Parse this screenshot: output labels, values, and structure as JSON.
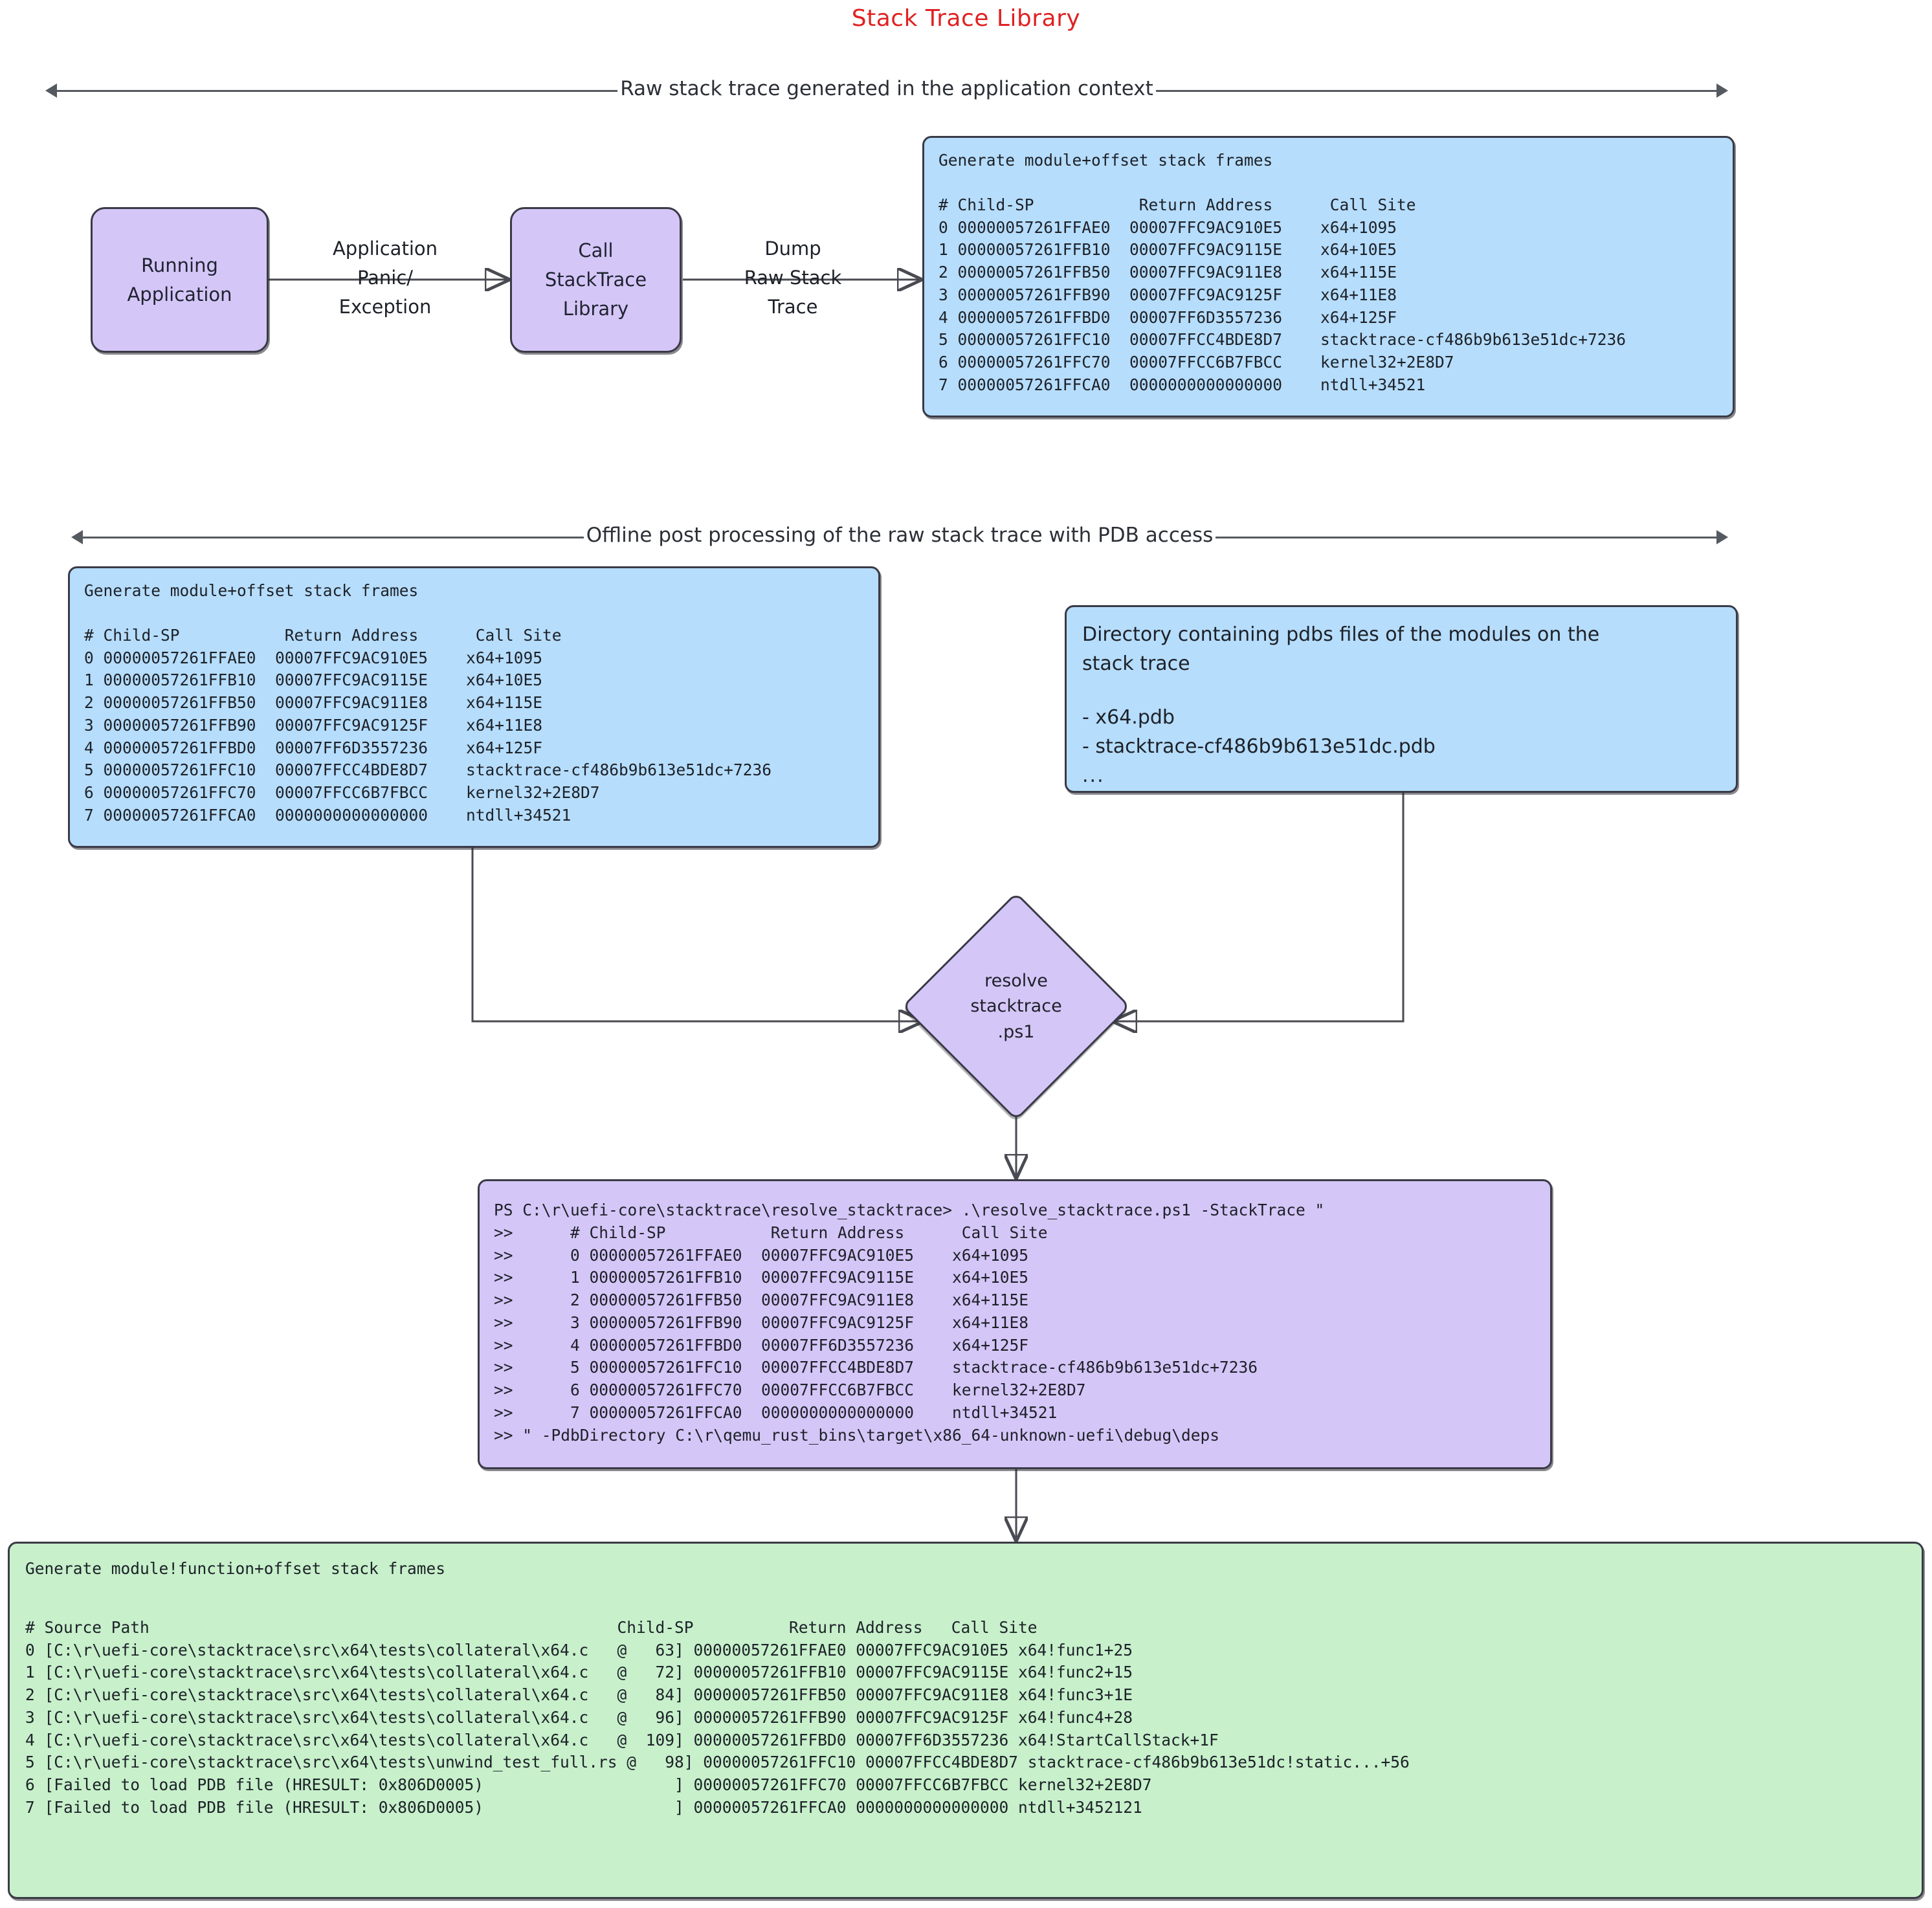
{
  "title": "Stack Trace Library",
  "dividers": {
    "top": "Raw stack trace generated in the application context",
    "middle": "Offline post processing of the raw stack trace with PDB access"
  },
  "flow": {
    "running_application": "Running\nApplication",
    "call_stacktrace_library": "Call\nStackTrace\nLibrary",
    "edge_panic": "Application\nPanic/\nException",
    "edge_dump": "Dump\nRaw Stack\nTrace",
    "diamond_l1": "resolve",
    "diamond_l2": "stacktrace",
    "diamond_l3": ".ps1"
  },
  "raw_trace_box": {
    "header": "Generate module+offset stack frames",
    "body": "# Child-SP           Return Address      Call Site\n0 00000057261FFAE0  00007FFC9AC910E5    x64+1095\n1 00000057261FFB10  00007FFC9AC9115E    x64+10E5\n2 00000057261FFB50  00007FFC9AC911E8    x64+115E\n3 00000057261FFB90  00007FFC9AC9125F    x64+11E8\n4 00000057261FFBD0  00007FF6D3557236    x64+125F\n5 00000057261FFC10  00007FFCC4BDE8D7    stacktrace-cf486b9b613e51dc+7236\n6 00000057261FFC70  00007FFCC6B7FBCC    kernel32+2E8D7\n7 00000057261FFCA0  0000000000000000    ntdll+34521"
  },
  "raw_trace_box2": {
    "header": "Generate module+offset stack frames",
    "body": "# Child-SP           Return Address      Call Site\n0 00000057261FFAE0  00007FFC9AC910E5    x64+1095\n1 00000057261FFB10  00007FFC9AC9115E    x64+10E5\n2 00000057261FFB50  00007FFC9AC911E8    x64+115E\n3 00000057261FFB90  00007FFC9AC9125F    x64+11E8\n4 00000057261FFBD0  00007FF6D3557236    x64+125F\n5 00000057261FFC10  00007FFCC4BDE8D7    stacktrace-cf486b9b613e51dc+7236\n6 00000057261FFC70  00007FFCC6B7FBCC    kernel32+2E8D7\n7 00000057261FFCA0  0000000000000000    ntdll+34521"
  },
  "pdb_box": {
    "line1": "Directory containing pdbs files of the modules on the",
    "line2": "stack trace",
    "line3": "",
    "line4": "- x64.pdb",
    "line5": "- stacktrace-cf486b9b613e51dc.pdb",
    "line6": "..."
  },
  "powershell_box": {
    "body": "PS C:\\r\\uefi-core\\stacktrace\\resolve_stacktrace> .\\resolve_stacktrace.ps1 -StackTrace \"\n>>      # Child-SP           Return Address      Call Site\n>>      0 00000057261FFAE0  00007FFC9AC910E5    x64+1095\n>>      1 00000057261FFB10  00007FFC9AC9115E    x64+10E5\n>>      2 00000057261FFB50  00007FFC9AC911E8    x64+115E\n>>      3 00000057261FFB90  00007FFC9AC9125F    x64+11E8\n>>      4 00000057261FFBD0  00007FF6D3557236    x64+125F\n>>      5 00000057261FFC10  00007FFCC4BDE8D7    stacktrace-cf486b9b613e51dc+7236\n>>      6 00000057261FFC70  00007FFCC6B7FBCC    kernel32+2E8D7\n>>      7 00000057261FFCA0  0000000000000000    ntdll+34521\n>> \" -PdbDirectory C:\\r\\qemu_rust_bins\\target\\x86_64-unknown-uefi\\debug\\deps"
  },
  "resolved_box": {
    "header": "Generate module!function+offset stack frames",
    "body": "# Source Path                                                 Child-SP          Return Address   Call Site\n0 [C:\\r\\uefi-core\\stacktrace\\src\\x64\\tests\\collateral\\x64.c   @   63] 00000057261FFAE0 00007FFC9AC910E5 x64!func1+25\n1 [C:\\r\\uefi-core\\stacktrace\\src\\x64\\tests\\collateral\\x64.c   @   72] 00000057261FFB10 00007FFC9AC9115E x64!func2+15\n2 [C:\\r\\uefi-core\\stacktrace\\src\\x64\\tests\\collateral\\x64.c   @   84] 00000057261FFB50 00007FFC9AC911E8 x64!func3+1E\n3 [C:\\r\\uefi-core\\stacktrace\\src\\x64\\tests\\collateral\\x64.c   @   96] 00000057261FFB90 00007FFC9AC9125F x64!func4+28\n4 [C:\\r\\uefi-core\\stacktrace\\src\\x64\\tests\\collateral\\x64.c   @  109] 00000057261FFBD0 00007FF6D3557236 x64!StartCallStack+1F\n5 [C:\\r\\uefi-core\\stacktrace\\src\\x64\\tests\\unwind_test_full.rs @   98] 00000057261FFC10 00007FFCC4BDE8D7 stacktrace-cf486b9b613e51dc!static...+56\n6 [Failed to load PDB file (HRESULT: 0x806D0005)                    ] 00000057261FFC70 00007FFCC6B7FBCC kernel32+2E8D7\n7 [Failed to load PDB file (HRESULT: 0x806D0005)                    ] 00000057261FFCA0 0000000000000000 ntdll+3452121"
  },
  "colors": {
    "title": "#e02222",
    "purple": "#d5c6f8",
    "blue": "#b6ddfc",
    "green": "#c7f0cb",
    "stroke": "#3a3a46"
  }
}
